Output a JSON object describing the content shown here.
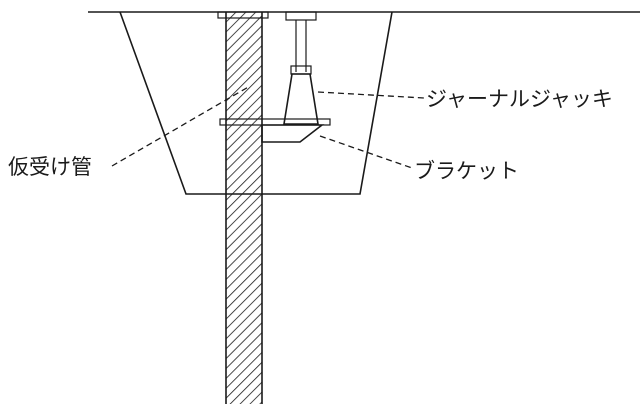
{
  "labels": {
    "temporary_pipe": "仮受け管",
    "journal_jack": "ジャーナルジャッキ",
    "bracket": "ブラケット"
  },
  "colors": {
    "line": "#1a1a1a",
    "background": "#ffffff"
  }
}
